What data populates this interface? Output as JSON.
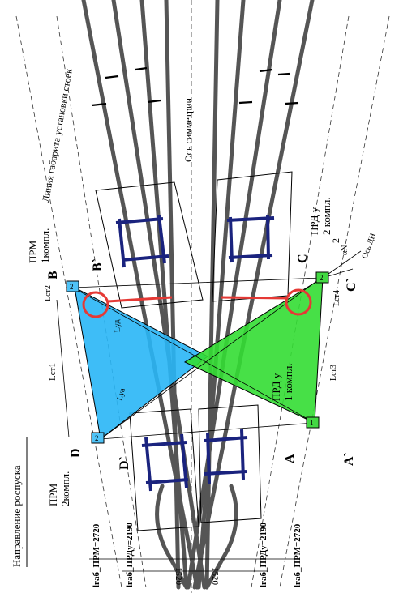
{
  "labels": {
    "axis_symmetry": "Ось симметрии",
    "gauge_line": "Линия габарита установки стоек",
    "direction": "Направление роспуска",
    "prm1_a": "ПРМ",
    "prm1_b": "1компл.",
    "prm2_a": "ПРМ",
    "prm2_b": "2компл.",
    "prd2_a": "ПРД у",
    "prd2_b": "2 компл.",
    "prd1_a": "ПРД у",
    "prd1_b": "1 компл.",
    "pt_B": "B",
    "pt_B2": "B`",
    "pt_C": "C",
    "pt_C2": "C`",
    "pt_D": "D",
    "pt_D2": "D`",
    "pt_A": "A",
    "pt_A2": "A`",
    "alpha_n": "αN",
    "axis_dn": "Ось ДН",
    "num_2": "2",
    "lst2": "Lст2",
    "lst1": "Lст1",
    "lst3": "Lст3",
    "lst4": "Lст4",
    "lya": "Lуа",
    "lyd": "Lуд",
    "lgab_prm_l": "lгаб_ПРМ=2720",
    "lgab_prd_l": "lгаб_ПРДу=2190",
    "lgab_prd_r": "lгаб_ПРДу=2190",
    "lgab_prm_r": "lгаб_ПРМ=2720",
    "gauge_l": "1520",
    "gauge_r": "1520",
    "dev_B": "2",
    "dev_C": "2",
    "dev_D": "2",
    "dev_A": "1"
  },
  "colors": {
    "rail": "#555555",
    "sleeper": "#1a237e",
    "cyan_zone": "#29b6f6",
    "green_zone": "#33dd33",
    "red_marker": "#e53935",
    "device": "#4fc3f7",
    "device_green": "#43d843"
  }
}
